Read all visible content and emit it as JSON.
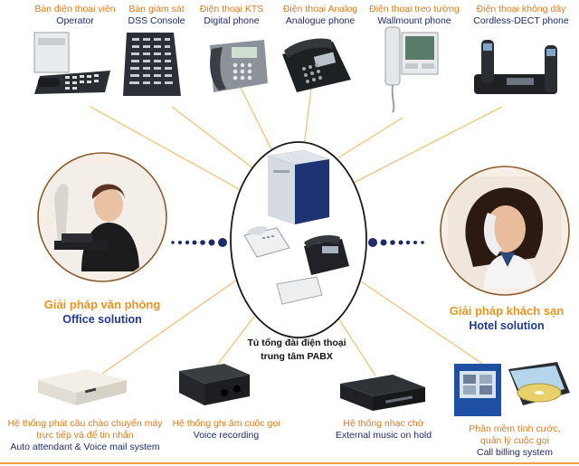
{
  "top_devices": [
    {
      "vi": "Bàn điện thoại viên",
      "en": "Operator"
    },
    {
      "vi": "Bàn giám sát",
      "en": "DSS Console"
    },
    {
      "vi": "Điện thoại KTS",
      "en": "Digital phone"
    },
    {
      "vi": "Điện thoại Analog",
      "en": "Analogue phone"
    },
    {
      "vi": "Điện thoại treo tường",
      "en": "Wallmount phone"
    },
    {
      "vi": "Điện thoại không dây",
      "en": "Cordless-DECT phone"
    }
  ],
  "solutions": {
    "office": {
      "vi": "Giải pháp văn phòng",
      "en": "Office solution"
    },
    "hotel": {
      "vi": "Giải pháp khách sạn",
      "en": "Hotel solution"
    }
  },
  "center": {
    "line1": "Tủ tổng đài điện thoại",
    "line2": "trung tâm PABX"
  },
  "bottom_devices": [
    {
      "vi1": "Hệ thống phát câu chào chuyển máy",
      "vi2": "trực tiếp và để tin nhắn",
      "en": "Auto attendant & Voice mail system"
    },
    {
      "vi": "Hệ thống ghi âm cuộc gọi",
      "en": "Voice recording"
    },
    {
      "vi": "Hệ thống nhạc chờ",
      "en": "External music on hold"
    },
    {
      "vi1": "Phần mềm tính cước,",
      "vi2": "quản lý cuộc gọi",
      "en": "Call billing system"
    }
  ],
  "colors": {
    "accent_orange": "#e07b1c",
    "navy": "#1f2a6b",
    "line": "#f3c27a",
    "dot": "#1f2a6b"
  }
}
